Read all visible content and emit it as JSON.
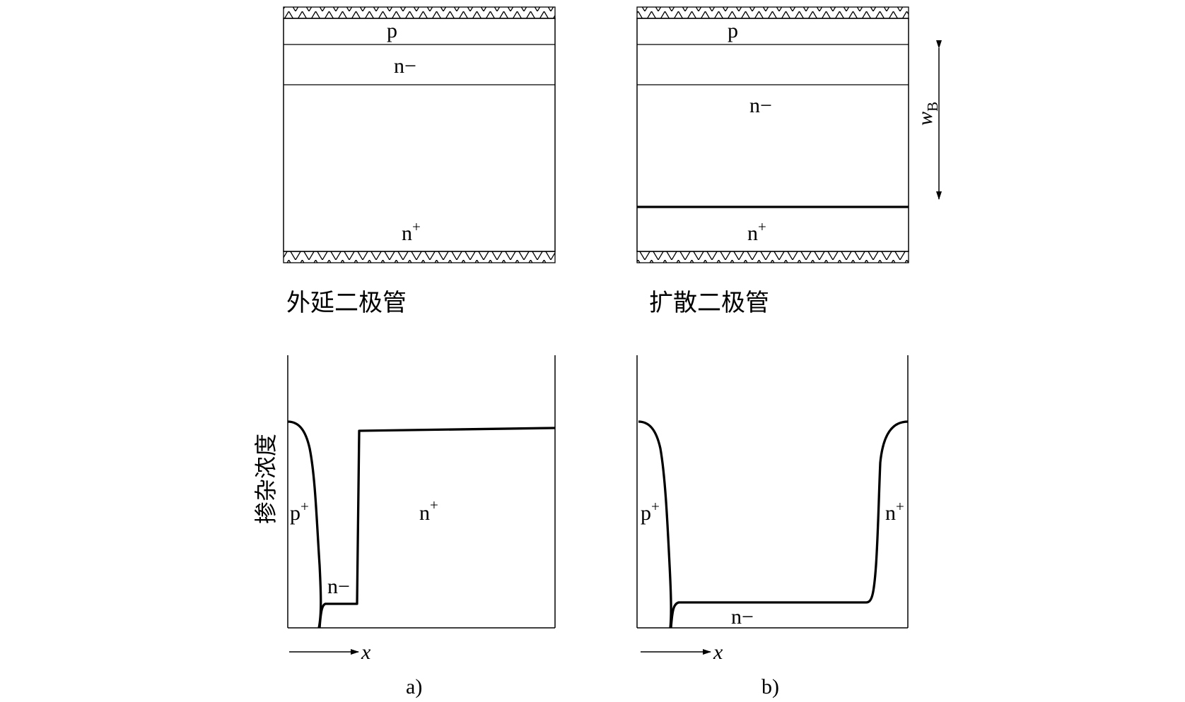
{
  "panel_a": {
    "layers": {
      "p": "p",
      "n_minus": "n−",
      "n_plus_base": "n",
      "plus": "+"
    },
    "title": "外延二极管",
    "profile": {
      "p_plus_base": "p",
      "p_plus_sup": "+",
      "n_plus_base": "n",
      "n_plus_sup": "+",
      "n_minus": "n−"
    },
    "axis_x": "x",
    "caption": "a)"
  },
  "panel_b": {
    "layers": {
      "p": "p",
      "n_minus": "n−",
      "n_plus_base": "n",
      "plus": "+"
    },
    "title": "扩散二极管",
    "width_label_base": "w",
    "width_label_sub": "B",
    "profile": {
      "p_plus_base": "p",
      "p_plus_sup": "+",
      "n_plus_base": "n",
      "n_plus_sup": "+",
      "n_minus": "n−"
    },
    "axis_x": "x",
    "caption": "b)"
  },
  "y_axis_label": "掺杂浓度",
  "colors": {
    "line": "#000000",
    "background": "#ffffff"
  }
}
